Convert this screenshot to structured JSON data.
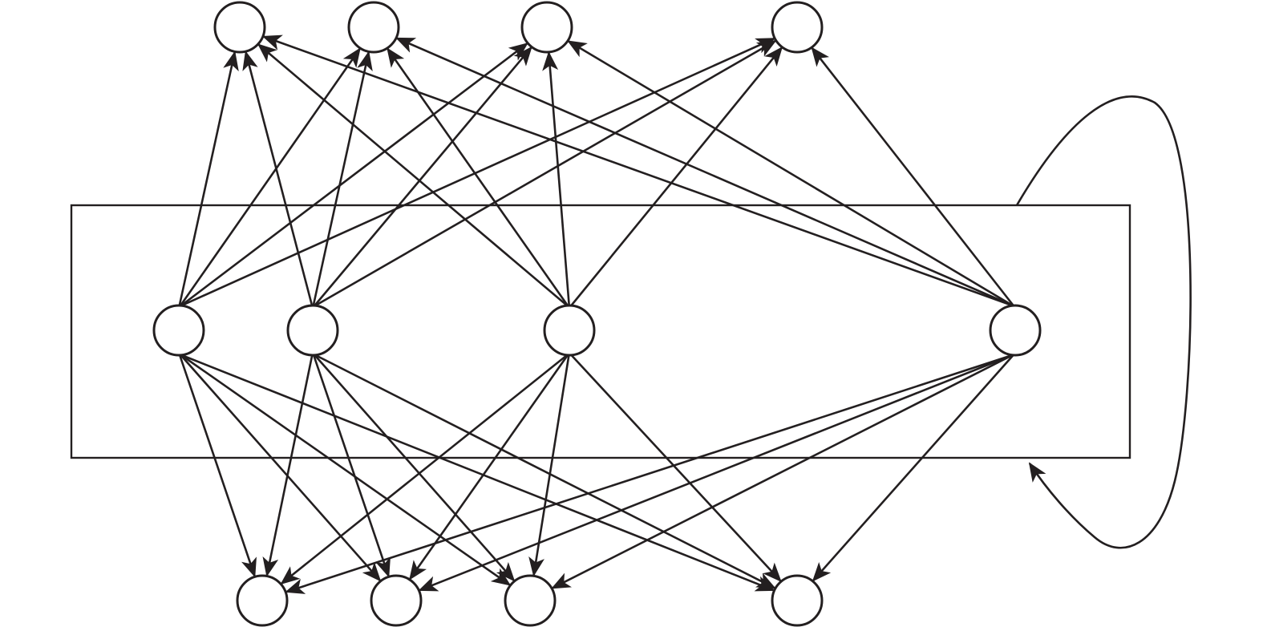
{
  "diagram": {
    "type": "layered directed graph",
    "colors": {
      "line": "#231f20",
      "background": "#ffffff"
    },
    "layers": {
      "top": [
        "t1",
        "t2",
        "t3",
        "t4"
      ],
      "middle": [
        "m1",
        "m2",
        "m3",
        "m4"
      ],
      "bottom": [
        "b1",
        "b2",
        "b3",
        "b4"
      ]
    },
    "edges_to_top": [
      [
        "m1",
        "t1"
      ],
      [
        "m1",
        "t2"
      ],
      [
        "m1",
        "t3"
      ],
      [
        "m1",
        "t4"
      ],
      [
        "m2",
        "t1"
      ],
      [
        "m2",
        "t2"
      ],
      [
        "m2",
        "t3"
      ],
      [
        "m2",
        "t4"
      ],
      [
        "m3",
        "t1"
      ],
      [
        "m3",
        "t2"
      ],
      [
        "m3",
        "t3"
      ],
      [
        "m3",
        "t4"
      ],
      [
        "m4",
        "t1"
      ],
      [
        "m4",
        "t2"
      ],
      [
        "m4",
        "t3"
      ],
      [
        "m4",
        "t4"
      ]
    ],
    "edges_to_bottom": [
      [
        "m1",
        "b1"
      ],
      [
        "m1",
        "b2"
      ],
      [
        "m1",
        "b3"
      ],
      [
        "m1",
        "b4"
      ],
      [
        "m2",
        "b1"
      ],
      [
        "m2",
        "b2"
      ],
      [
        "m2",
        "b3"
      ],
      [
        "m2",
        "b4"
      ],
      [
        "m3",
        "b1"
      ],
      [
        "m3",
        "b2"
      ],
      [
        "m3",
        "b3"
      ],
      [
        "m3",
        "b4"
      ],
      [
        "m4",
        "b1"
      ],
      [
        "m4",
        "b2"
      ],
      [
        "m4",
        "b3"
      ],
      [
        "m4",
        "b4"
      ]
    ],
    "frame": {
      "encloses": "middle",
      "self_loop": true
    }
  }
}
